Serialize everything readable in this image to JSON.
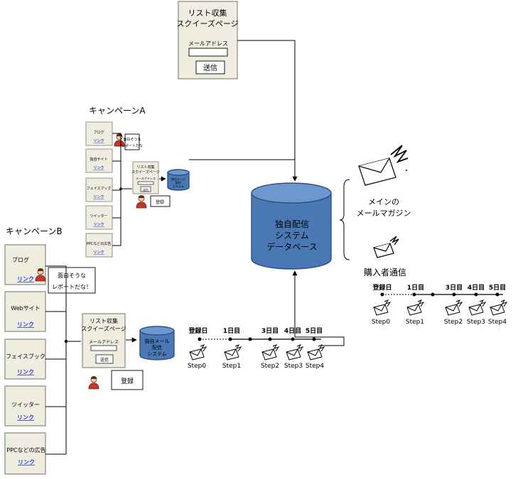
{
  "squeeze_top": {
    "title1": "リスト収集",
    "title2": "スクイーズページ",
    "email_label": "メールアドレス",
    "submit": "送信"
  },
  "campaign_a": {
    "label": "キャンペーンA",
    "sources": [
      "ブログ",
      "独自サイト",
      "フェイスブック",
      "ツイッター",
      "PPCなどの広告"
    ],
    "link": "リンク",
    "bubble1": "面白そうな",
    "bubble2": "レポートだな",
    "squeeze_title1": "リスト収集",
    "squeeze_title2": "スクイーズページ",
    "email_label": "メールアドレス",
    "submit": "送信",
    "db1": "独自メール",
    "db2": "配信",
    "db3": "システム",
    "register": "登録"
  },
  "campaign_b": {
    "label": "キャンペーンB",
    "sources": [
      "ブログ",
      "Webサイト",
      "フェイスブック",
      "ツイッター",
      "PPCなどの広告"
    ],
    "link": "リンク",
    "bubble1": "面白そうな",
    "bubble2": "レポートだな！",
    "squeeze_title1": "リスト収集",
    "squeeze_title2": "スクイーズページ",
    "email_label": "メールアドレス",
    "submit": "送信",
    "db1": "独自メール",
    "db2": "配信",
    "db3": "システム",
    "register": "登録"
  },
  "main_db": {
    "line1": "独自配信",
    "line2": "システム",
    "line3": "データベース"
  },
  "main_mag": {
    "line1": "メインの",
    "line2": "メールマガジン"
  },
  "buyer": {
    "label": "購入者通信"
  },
  "timeline_days": [
    "登録日",
    "1日目",
    "3日目",
    "4日目",
    "5日目"
  ],
  "timeline_steps": [
    "Step0",
    "Step1",
    "Step2",
    "Step3",
    "Step4"
  ],
  "colors": {
    "box_fill": "#eeede0",
    "db_blue": "#4a78b5",
    "link_blue": "#2d3fd6",
    "person_red": "#c0392b"
  }
}
